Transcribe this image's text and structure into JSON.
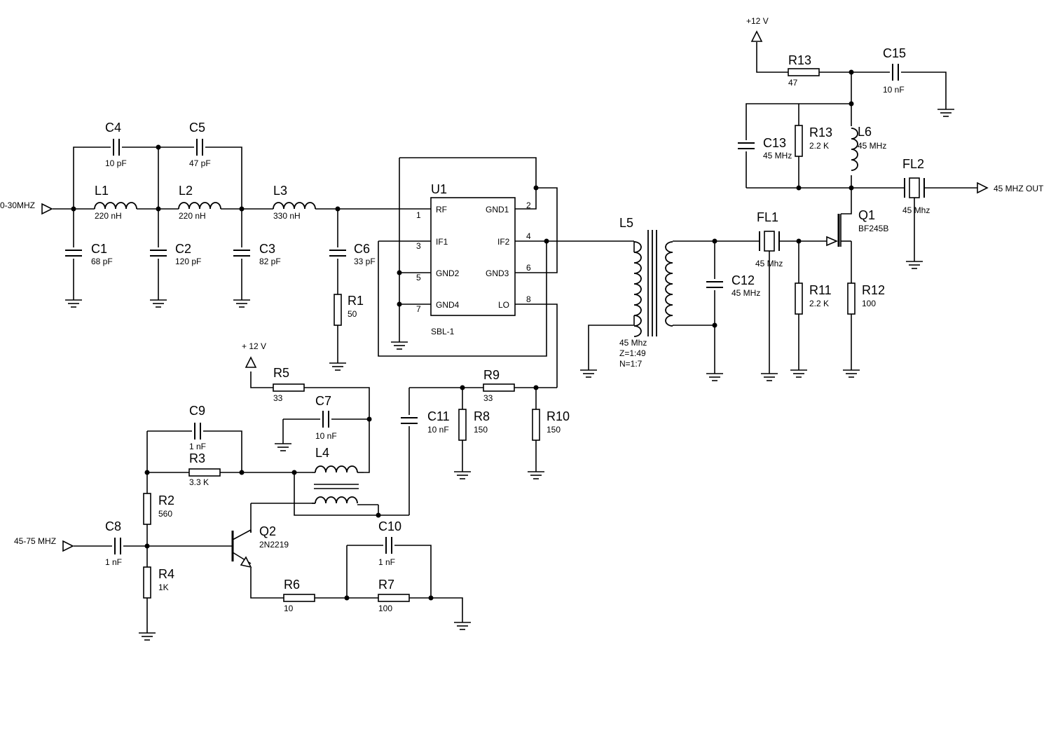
{
  "signals": {
    "in_rf": "0-30MHZ",
    "in_lo": "45-75 MHZ",
    "out": "45 MHZ OUT",
    "vcc_top": "+12 V",
    "vcc_mid": "+ 12  V"
  },
  "mixer": {
    "ref": "U1",
    "part": "SBL-1",
    "pins_left": [
      "RF",
      "IF1",
      "GND2",
      "GND4"
    ],
    "pins_left_num": [
      "1",
      "3",
      "5",
      "7"
    ],
    "pins_right": [
      "GND1",
      "IF2",
      "GND3",
      "LO"
    ],
    "pins_right_num": [
      "2",
      "4",
      "6",
      "8"
    ]
  },
  "components": {
    "C1": {
      "ref": "C1",
      "value": "68 pF"
    },
    "C2": {
      "ref": "C2",
      "value": "120 pF"
    },
    "C3": {
      "ref": "C3",
      "value": "82 pF"
    },
    "C4": {
      "ref": "C4",
      "value": "10 pF"
    },
    "C5": {
      "ref": "C5",
      "value": "47 pF"
    },
    "C6": {
      "ref": "C6",
      "value": "33 pF"
    },
    "C7": {
      "ref": "C7",
      "value": "10 nF"
    },
    "C8": {
      "ref": "C8",
      "value": "1 nF"
    },
    "C9": {
      "ref": "C9",
      "value": "1 nF"
    },
    "C10": {
      "ref": "C10",
      "value": "1 nF"
    },
    "C11": {
      "ref": "C11",
      "value": "10 nF"
    },
    "C12": {
      "ref": "C12",
      "value": "45 MHz"
    },
    "C13": {
      "ref": "C13",
      "value": "45 MHz"
    },
    "C15": {
      "ref": "C15",
      "value": "10 nF"
    },
    "L1": {
      "ref": "L1",
      "value": "220 nH"
    },
    "L2": {
      "ref": "L2",
      "value": "220 nH"
    },
    "L3": {
      "ref": "L3",
      "value": "330 nH"
    },
    "L4": {
      "ref": "L4"
    },
    "L5": {
      "ref": "L5",
      "value1": "45 Mhz",
      "value2": "Z=1:49",
      "value3": "N=1:7"
    },
    "L6": {
      "ref": "L6",
      "value": "45 MHz"
    },
    "R1": {
      "ref": "R1",
      "value": "50"
    },
    "R2": {
      "ref": "R2",
      "value": "560"
    },
    "R3": {
      "ref": "R3",
      "value": "3.3 K"
    },
    "R4": {
      "ref": "R4",
      "value": "1K"
    },
    "R5": {
      "ref": "R5",
      "value": "33"
    },
    "R6": {
      "ref": "R6",
      "value": "10"
    },
    "R7": {
      "ref": "R7",
      "value": "100"
    },
    "R8": {
      "ref": "R8",
      "value": "150"
    },
    "R9": {
      "ref": "R9",
      "value": "33"
    },
    "R10": {
      "ref": "R10",
      "value": "150"
    },
    "R11": {
      "ref": "R11",
      "value": "2.2 K"
    },
    "R12": {
      "ref": "R12",
      "value": "100"
    },
    "R13a": {
      "ref": "R13",
      "value": "47"
    },
    "R13b": {
      "ref": "R13",
      "value": "2.2 K"
    },
    "Q1": {
      "ref": "Q1",
      "value": "BF245B"
    },
    "Q2": {
      "ref": "Q2",
      "value": "2N2219"
    },
    "FL1": {
      "ref": "FL1",
      "value": "45  Mhz"
    },
    "FL2": {
      "ref": "FL2",
      "value": "45  Mhz"
    }
  }
}
